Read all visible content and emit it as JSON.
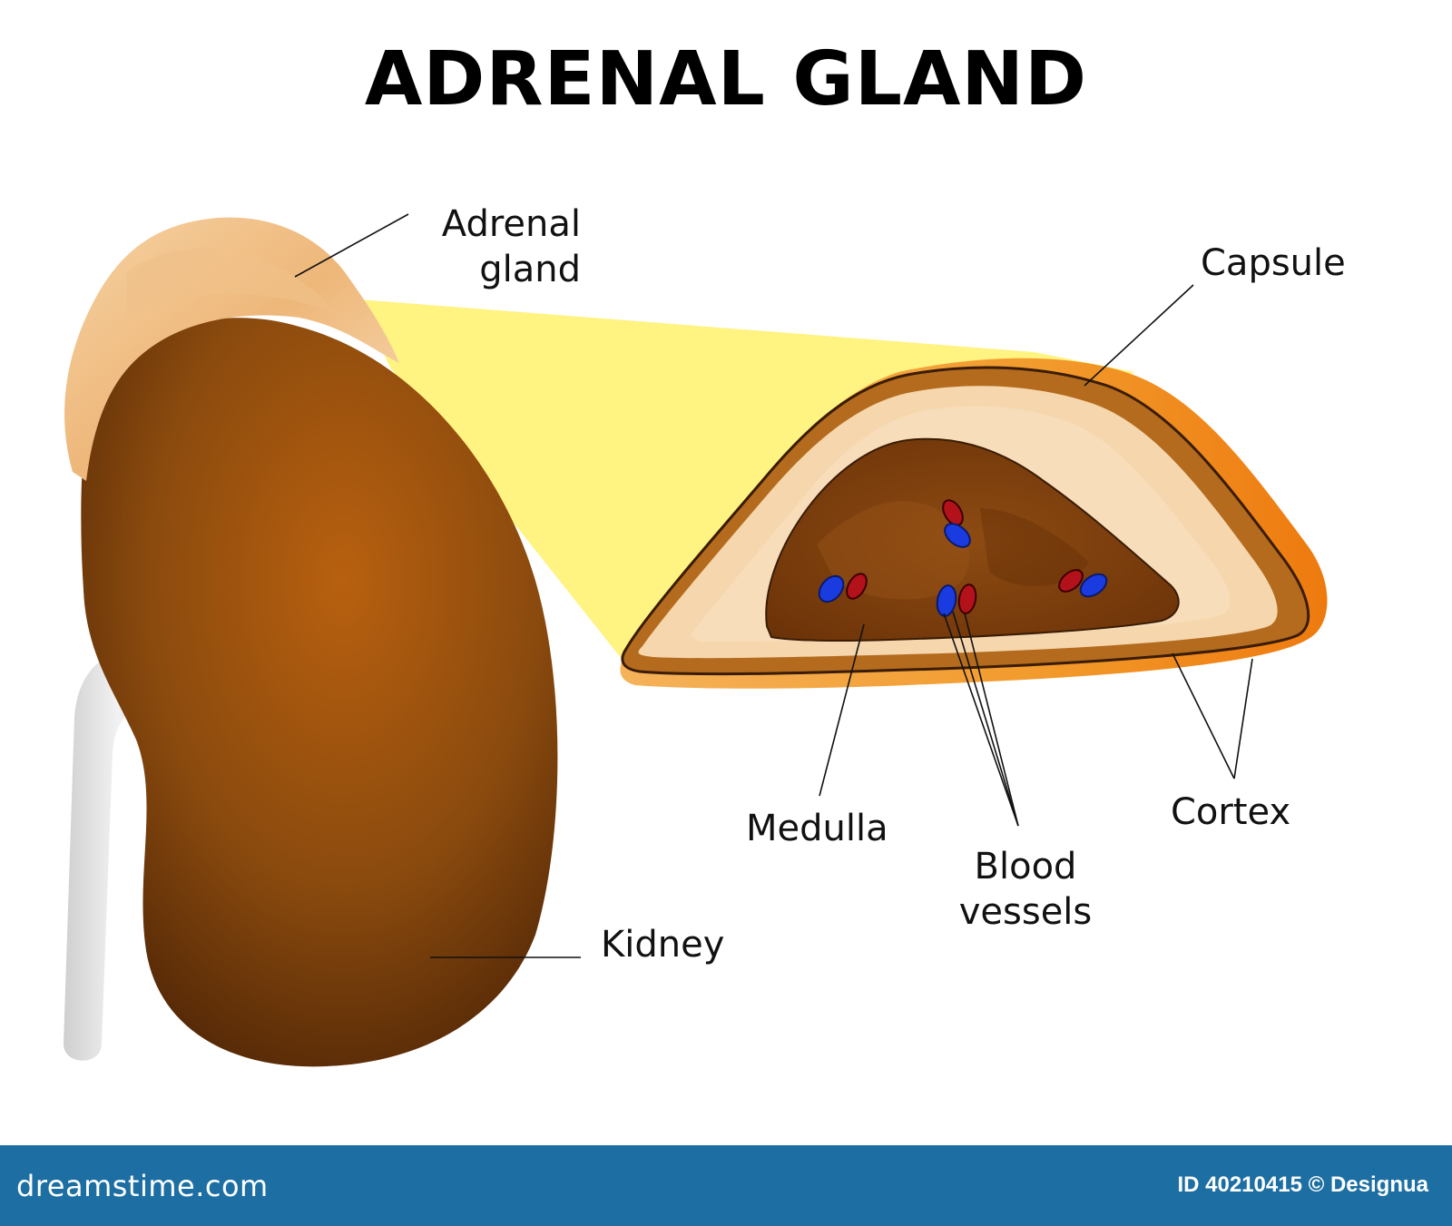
{
  "title": "ADRENAL GLAND",
  "labels": {
    "adrenal_gland_line1": "Adrenal",
    "adrenal_gland_line2": "gland",
    "capsule": "Capsule",
    "medulla": "Medulla",
    "blood_vessels_line1": "Blood",
    "blood_vessels_line2": "vessels",
    "cortex": "Cortex",
    "kidney": "Kidney"
  },
  "footer": {
    "site": "dreamstime.com",
    "credit": "ID 40210415 © Designua"
  },
  "colors": {
    "kidney": "#8a4a0e",
    "gland": "#f2c48c",
    "capsule": "#f08a1c",
    "cortex": "#f5d6ad",
    "medulla": "#7a3c0c",
    "zoom_beam": "#fff27a",
    "artery": "#b3121b",
    "vein": "#1a3be0",
    "footer_bg": "#1d6fa3"
  }
}
